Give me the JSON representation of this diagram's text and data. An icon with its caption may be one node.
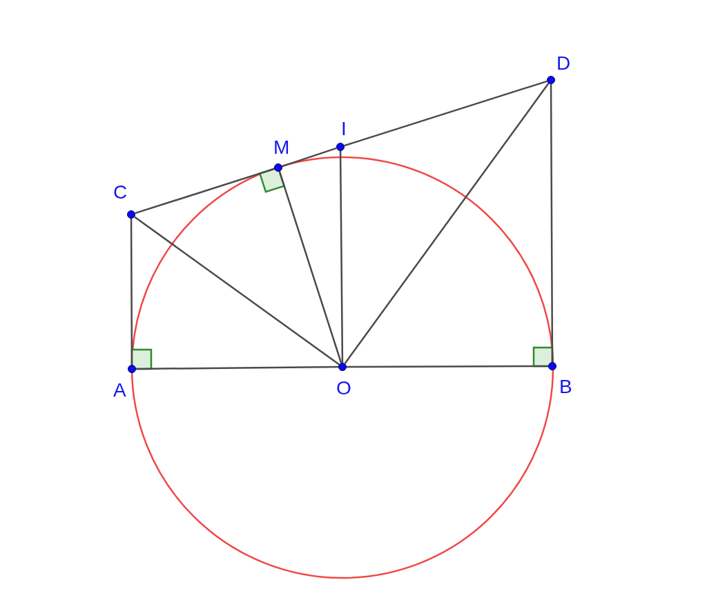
{
  "diagram": {
    "nodes": [
      {
        "text": [
          "D"
        ]
      },
      {
        "text": [
          "I"
        ]
      },
      {
        "text": [
          "M"
        ]
      },
      {
        "text": [
          "C"
        ]
      },
      {
        "text": [
          "A"
        ]
      },
      {
        "text": [
          "O"
        ]
      },
      {
        "text": [
          "B"
        ]
      }
    ],
    "edges": [
      {
        "from": 3,
        "to": 2,
        "arrow": "none"
      },
      {
        "from": 2,
        "to": 1,
        "arrow": "none"
      },
      {
        "from": 1,
        "to": 0,
        "arrow": "none"
      },
      {
        "from": 3,
        "to": 4,
        "arrow": "none"
      },
      {
        "from": 4,
        "to": 5,
        "arrow": "none"
      },
      {
        "from": 5,
        "to": 6,
        "arrow": "none"
      },
      {
        "from": 6,
        "to": 0,
        "arrow": "none"
      },
      {
        "from": 3,
        "to": 5,
        "arrow": "none"
      },
      {
        "from": 2,
        "to": 5,
        "arrow": "none"
      },
      {
        "from": 1,
        "to": 5,
        "arrow": "none"
      },
      {
        "from": 0,
        "to": 5,
        "arrow": "none"
      }
    ]
  }
}
